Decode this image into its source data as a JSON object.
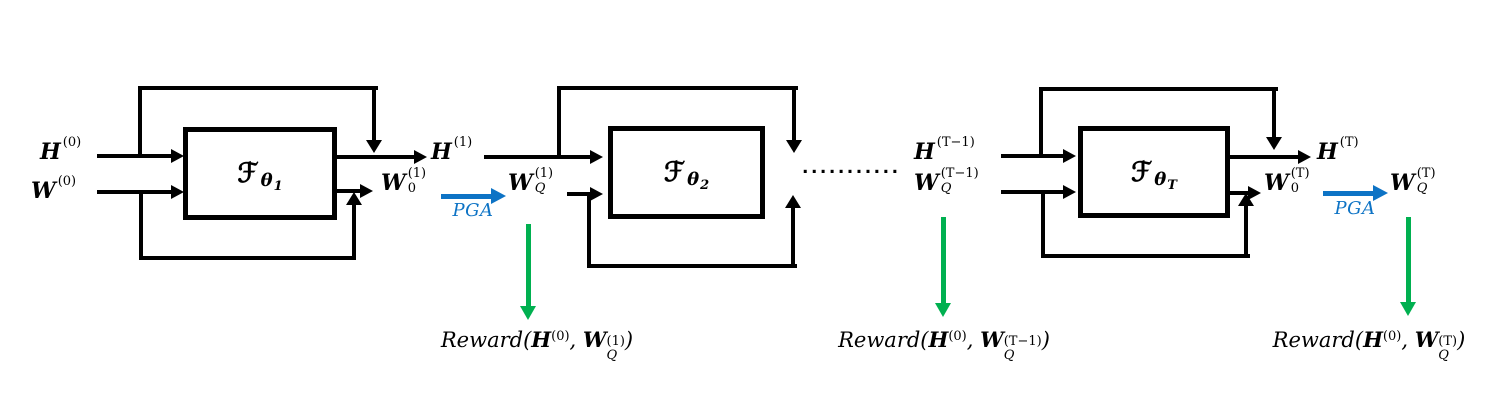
{
  "colors": {
    "ink": "#000000",
    "pga_blue": "#0d73c5",
    "reward_green": "#00b050",
    "canvas_bg": "#ffffff"
  },
  "stages": [
    {
      "block": {
        "f": "ℱ",
        "theta": "θ",
        "index": "1"
      },
      "input_h": {
        "base": "H",
        "sup": "(0)",
        "sub": ""
      },
      "input_w": {
        "base": "W",
        "sup": "(0)",
        "sub": ""
      },
      "output_h": {
        "base": "H",
        "sup": "(1)",
        "sub": ""
      },
      "output_w_pre_pga": {
        "base": "W",
        "sup": "(1)",
        "sub": "0"
      },
      "pga_label": "PGA",
      "output_w_post_pga": {
        "base": "W",
        "sup": "(1)",
        "sub": "Q"
      }
    },
    {
      "block": {
        "f": "ℱ",
        "theta": "θ",
        "index": "2"
      },
      "ellipsis": "..........."
    },
    {
      "block": {
        "f": "ℱ",
        "theta": "θ",
        "index": "T"
      },
      "input_h": {
        "base": "H",
        "sup": "(T−1)",
        "sub": ""
      },
      "input_w": {
        "base": "W",
        "sup": "(T−1)",
        "sub": "Q"
      },
      "output_h": {
        "base": "H",
        "sup": "(T)",
        "sub": ""
      },
      "output_w_pre_pga": {
        "base": "W",
        "sup": "(T)",
        "sub": "0"
      },
      "pga_label": "PGA",
      "output_w_post_pga": {
        "base": "W",
        "sup": "(T)",
        "sub": "Q"
      }
    }
  ],
  "rewards": [
    {
      "prefix": "Reward(",
      "arg1_base": "H",
      "arg1_sup": "(0)",
      "separator": ", ",
      "arg2_base": "W",
      "arg2_sub": "Q",
      "arg2_sup": "(1)",
      "suffix": ")"
    },
    {
      "prefix": "Reward(",
      "arg1_base": "H",
      "arg1_sup": "(0)",
      "separator": ", ",
      "arg2_base": "W",
      "arg2_sub": "Q",
      "arg2_sup": "(T−1)",
      "suffix": ")"
    },
    {
      "prefix": "Reward(",
      "arg1_base": "H",
      "arg1_sup": "(0)",
      "separator": ", ",
      "arg2_base": "W",
      "arg2_sub": "Q",
      "arg2_sup": "(T)",
      "suffix": ")"
    }
  ]
}
